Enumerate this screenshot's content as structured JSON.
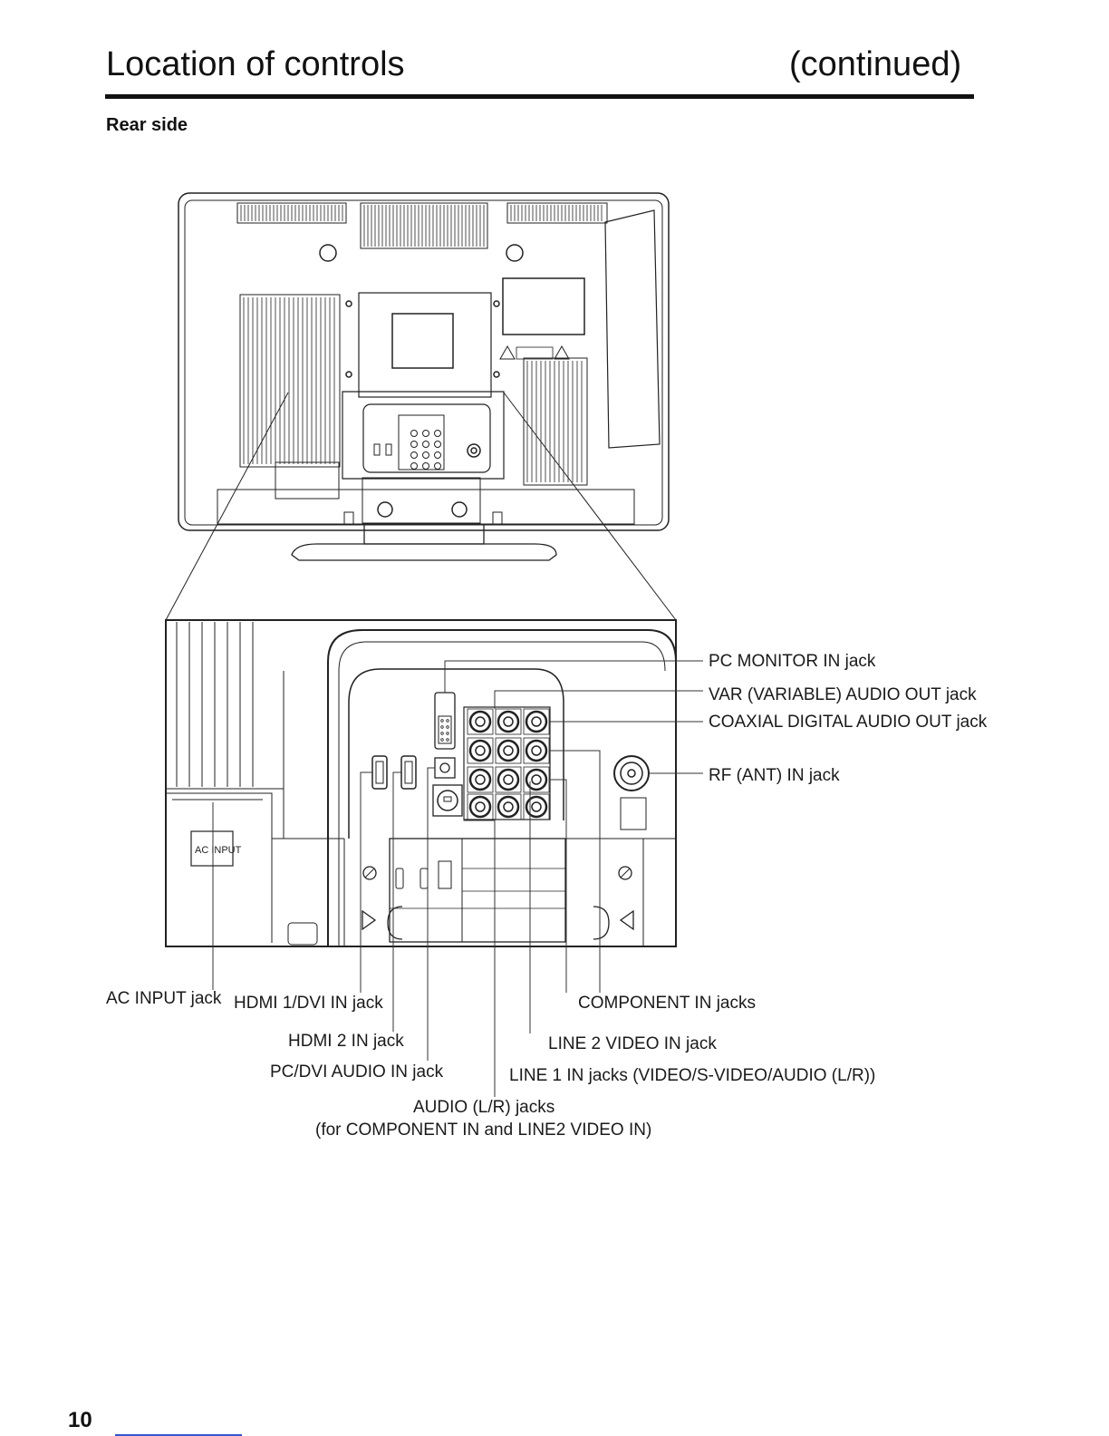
{
  "header": {
    "title": "Location of controls",
    "continued": "(continued)"
  },
  "section": {
    "heading": "Rear side"
  },
  "labels": {
    "pc_monitor_in": "PC MONITOR IN jack",
    "var_audio_out": "VAR (VARIABLE) AUDIO OUT jack",
    "coaxial_out": "COAXIAL DIGITAL AUDIO OUT jack",
    "rf_in": "RF (ANT) IN jack",
    "ac_input": "AC INPUT jack",
    "hdmi1_dvi_in": "HDMI 1/DVI IN jack",
    "component_in": "COMPONENT IN jacks",
    "hdmi2_in": "HDMI 2 IN jack",
    "line2_video_in": "LINE 2 VIDEO IN jack",
    "pc_dvi_audio_in": "PC/DVI AUDIO IN jack",
    "line1_in": "LINE 1 IN jacks (VIDEO/S-VIDEO/AUDIO (L/R))",
    "audio_lr_line1": "AUDIO (L/R) jacks",
    "audio_lr_line2": "(for COMPONENT IN and LINE2 VIDEO IN)"
  },
  "figure_text": {
    "ac_input_box": "AC INPUT"
  },
  "footer": {
    "page_number": "10"
  }
}
